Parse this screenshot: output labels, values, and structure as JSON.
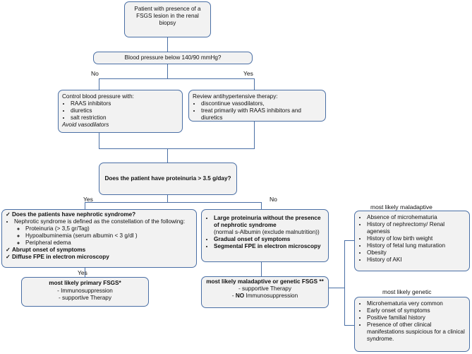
{
  "start": "Patient with presence of a FSGS lesion in the renal biopsy",
  "bp_question": "Blood pressure below 140/90 mmHg?",
  "bp_no": "No",
  "bp_yes": "Yes",
  "control_bp": {
    "heading": "Control blood pressure with:",
    "items": [
      "RAAS inhibitors",
      "diuretics",
      "salt restriction"
    ],
    "note": "Avoid vasodilators"
  },
  "review_therapy": {
    "heading": "Review antihypertensive therapy:",
    "items": [
      "discontinue vasodilators,",
      "treat primarily with RAAS inhibitors and diuretics"
    ]
  },
  "proteinuria_question": "Does the patient have proteinuria > 3.5 g/day?",
  "prot_yes": "Yes",
  "prot_no": "No",
  "nephrotic_box": {
    "q1": "Does the patients have nephrotic syndrome?",
    "definition": "Nephrotic syndrome is defined as the constellation of the following:",
    "sub_items": [
      "Proteinuria (> 3,5 gr/Tag)",
      "Hypoalbuminemia (serum albumin < 3 g/dl )",
      "Peripheral edema"
    ],
    "c2": "Abrupt onset of symptoms",
    "c3": "Diffuse FPE in electron microscopy"
  },
  "yes_after_nephrotic": "Yes",
  "primary_box": {
    "title": "most likely primary FSGS*",
    "lines": [
      "- Immunosuppression",
      "- supportive Therapy"
    ]
  },
  "nonnephrotic_box": {
    "i1_bold": "Large proteinuria without the presence of nephrotic syndrome",
    "i1_rest": "(normal s-Albumin (exclude malnutrition))",
    "i2": "Gradual onset of symptoms",
    "i3": "Segmental FPE in electron microscopy"
  },
  "maladaptive_box": {
    "title": "most likely maladaptive or genetic FSGS **",
    "line1": "- supportive Therapy",
    "line2_prefix": "- ",
    "line2_bold": "NO",
    "line2_rest": " Immunosuppression"
  },
  "maladaptive_label": "most likely maladaptive",
  "maladaptive_items": [
    "Absence of  microhematuria",
    "History of nephrectomy/ Renal agenesis",
    "History of low birth weight",
    "History of fetal lung maturation",
    "Obesity",
    "History of AKI"
  ],
  "genetic_label": "most likely genetic",
  "genetic_items": [
    "Microhematuria very common",
    "Early onset of symptoms",
    "Positive familial history",
    "Presence of other clinical manifestations suspicious for a clinical syndrome."
  ],
  "colors": {
    "border": "#4a6fa5",
    "fill": "#f2f2f2"
  }
}
